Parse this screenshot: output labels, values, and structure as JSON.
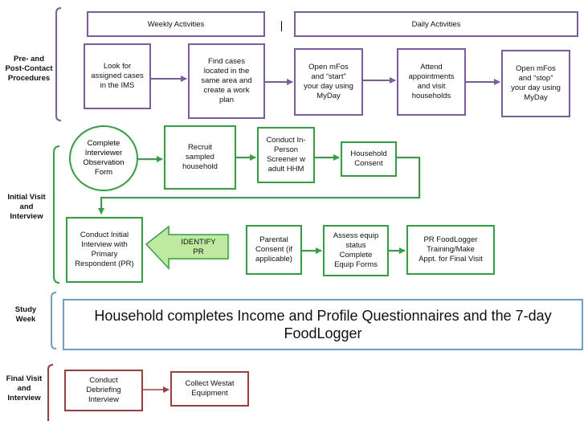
{
  "sections": {
    "pre_post": "Pre- and\nPost-Contact\nProcedures",
    "initial": "Initial Visit\nand\nInterview",
    "study": "Study\nWeek",
    "final": "Final Visit\nand\nInterview"
  },
  "headers": {
    "weekly": "Weekly Activities",
    "daily": "Daily Activities"
  },
  "pre_post_steps": [
    "Look for\nassigned cases\nin the IMS",
    "Find cases\nlocated in the\nsame area and\ncreate a work\nplan",
    "Open mFos\nand “start”\nyour day using\nMyDay",
    "Attend\nappointments\nand visit\nhouseholds",
    "Open mFos\nand “stop”\nyour day using\nMyDay"
  ],
  "initial_row1": [
    "Complete\nInterviewer\nObservation\nForm",
    "Recruit\nsampled\nhousehold",
    "Conduct In-\nPerson\nScreener w\nadult HHM",
    "Household\nConsent"
  ],
  "initial_row2": {
    "interview": "Conduct Initial\nInterview with\nPrimary\nRespondent (PR)",
    "identify": "IDENTIFY\nPR",
    "parental": "Parental\nConsent (if\napplicable)",
    "equip": "Assess equip\nstatus\nComplete\nEquip Forms",
    "training": "PR FoodLogger\nTraining/Make\nAppt. for Final Visit"
  },
  "study_week_text": "Household completes Income and Profile Questionnaires and the 7-day\nFoodLogger",
  "final_steps": [
    "Conduct\nDebriefing\nInterview",
    "Collect Westat\nEquipment"
  ],
  "colors": {
    "purple": "#7b5aa6",
    "green": "#2aa63a",
    "red": "#a83a3a",
    "blue": "#6f9fd0",
    "identify_fill": "#bfe8a0"
  }
}
